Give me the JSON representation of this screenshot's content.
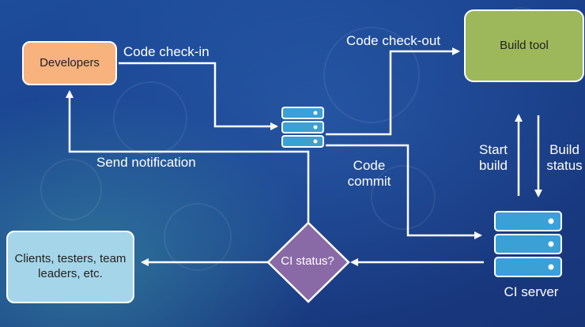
{
  "nodes": {
    "developers": "Developers",
    "build_tool": "Build tool",
    "clients": "Clients, testers, team leaders, etc.",
    "ci_status": "CI status?",
    "ci_server": "CI server"
  },
  "edges": {
    "code_checkin": "Code check-in",
    "code_checkout": "Code check-out",
    "send_notification": "Send notification",
    "code_commit_1": "Code",
    "code_commit_2": "commit",
    "start_build_1": "Start",
    "start_build_2": "build",
    "build_status_1": "Build",
    "build_status_2": "status"
  },
  "colors": {
    "developers_fill": "#f7b27e",
    "build_tool_fill": "#9db85a",
    "clients_fill": "#a5d5e8",
    "decision_fill": "#8a6aa6",
    "server_fill": "#3aa0d6"
  }
}
